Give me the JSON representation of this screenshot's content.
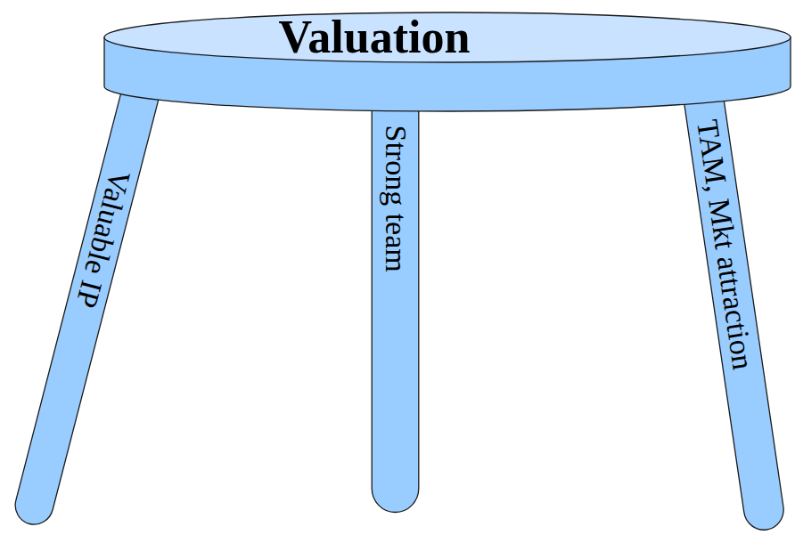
{
  "diagram": {
    "nodes": [
      {
        "text": [
          "Valuation"
        ]
      },
      {
        "text": [
          "Valuable IP"
        ]
      },
      {
        "text": [
          "Strong team"
        ]
      },
      {
        "text": [
          "TAM, Mkt attraction"
        ]
      }
    ]
  }
}
